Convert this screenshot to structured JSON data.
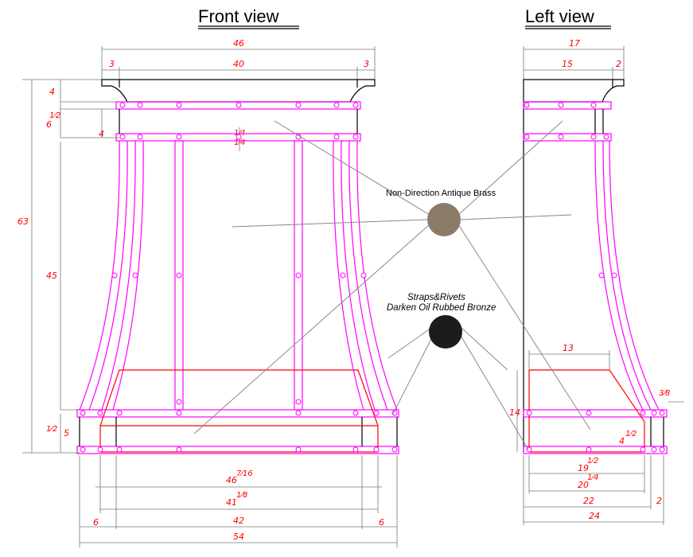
{
  "views": {
    "front_title": "Front view",
    "left_title": "Left view"
  },
  "materials": {
    "body_label": "Non-Direction Antique Brass",
    "body_color": "#8c7b68",
    "straps_label_line1": "Straps&Rivets",
    "straps_label_line2": "Darken Oil Rubbed Bronze",
    "straps_color": "#1c1c1c",
    "strap_line_color": "#ff00ff",
    "base_outline_color": "#ff0000"
  },
  "front_dims": {
    "top_width": "46",
    "crown_inner": "40",
    "crown_left": "3",
    "crown_right": "3",
    "total_height": "63",
    "crown_height": "4",
    "band_a": "1⁄2",
    "band_b": "6",
    "band_gap": "4",
    "band_c": "1⁄4",
    "band_d": "1⁄4",
    "body_height": "45",
    "bottom_a": "1⁄2",
    "bottom_b": "5",
    "w_46": "7⁄16",
    "w_46_whole": "46",
    "w_41": "1⁄8",
    "w_41_whole": "41",
    "w_42": "42",
    "w_54": "54",
    "side_left": "6",
    "side_right": "6"
  },
  "left_dims": {
    "top_depth": "17",
    "crown_inner": "15",
    "crown_right": "2",
    "base_top": "13",
    "base_height": "14",
    "edge_a": "3⁄8",
    "edge_b": "1⁄2",
    "edge_b_whole": "4",
    "d_19": "1⁄2",
    "d_19_whole": "19",
    "d_20": "1⁄4",
    "d_20_whole": "20",
    "d_22": "22",
    "d_2": "2",
    "d_24": "24"
  }
}
